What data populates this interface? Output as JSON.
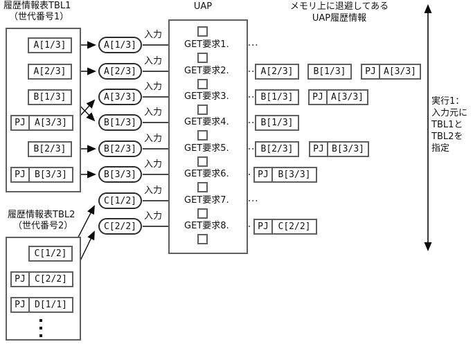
{
  "diagram": {
    "tbl1": {
      "title_line1": "履歴情報表TBL1",
      "title_line2": "（世代番号1）",
      "entries": [
        {
          "value": "A[1/3]"
        },
        {
          "value": "A[2/3]"
        },
        {
          "value": "B[1/3]"
        },
        {
          "pj": "PJ",
          "value": "A[3/3]"
        },
        {
          "value": "B[2/3]"
        },
        {
          "pj": "PJ",
          "value": "B[3/3]"
        }
      ]
    },
    "tbl2": {
      "title_line1": "履歴情報表TBL2",
      "title_line2": "（世代番号2）",
      "entries": [
        {
          "value": "C[1/2]"
        },
        {
          "pj": "PJ",
          "value": "C[2/2]"
        },
        {
          "pj": "PJ",
          "value": "D[1/1]"
        }
      ]
    },
    "input_label": "入力",
    "ovals": [
      "A[1/3]",
      "A[2/3]",
      "A[3/3]",
      "B[1/3]",
      "B[2/3]",
      "B[3/3]",
      "C[1/2]",
      "C[2/2]"
    ],
    "uap": {
      "title": "UAP",
      "requests": [
        "GET要求1.",
        "GET要求2.",
        "GET要求3.",
        "GET要求4.",
        "GET要求5.",
        "GET要求6.",
        "GET要求7.",
        "GET要求8."
      ]
    },
    "memory": {
      "title_line1": "メモリ上に退避してある",
      "title_line2": "UAP履歴情報",
      "rows": [
        [],
        [
          {
            "value": "A[2/3]"
          },
          {
            "value": "B[1/3]"
          },
          {
            "pj": "PJ",
            "value": "A[3/3]"
          }
        ],
        [
          {
            "value": "B[1/3]"
          },
          {
            "pj": "PJ",
            "value": "A[3/3]"
          }
        ],
        [
          {
            "value": "B[1/3]"
          }
        ],
        [
          {
            "value": "B[2/3]"
          },
          {
            "pj": "PJ",
            "value": "B[3/3]"
          }
        ],
        [
          {
            "pj": "PJ",
            "value": "B[3/3]"
          }
        ],
        [],
        [
          {
            "pj": "PJ",
            "value": "C[2/2]"
          }
        ]
      ]
    },
    "execution_note": {
      "l1": "実行1：",
      "l2": "入力元に",
      "l3": "TBL1と",
      "l4": "TBL2を",
      "l5": "指定"
    },
    "colors": {
      "background": "#ffffff",
      "box_border": "#5f5f5f",
      "line": "#0a0a0a",
      "text": "#111111"
    }
  }
}
